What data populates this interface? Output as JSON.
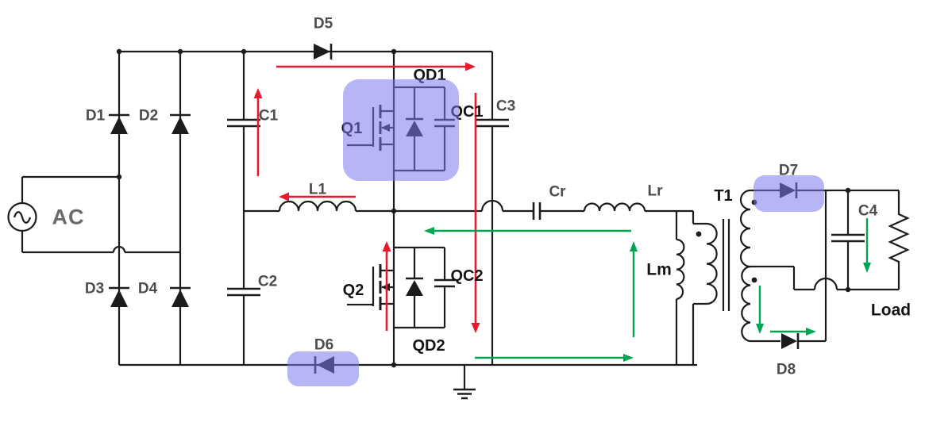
{
  "labels": {
    "ac": "AC",
    "d1": "D1",
    "d2": "D2",
    "d3": "D3",
    "d4": "D4",
    "d5": "D5",
    "d6": "D6",
    "d7": "D7",
    "d8": "D8",
    "c1": "C1",
    "c2": "C2",
    "c3": "C3",
    "c4": "C4",
    "l1": "L1",
    "cr": "Cr",
    "lr": "Lr",
    "lm": "Lm",
    "q1": "Q1",
    "q2": "Q2",
    "qd1": "QD1",
    "qd2": "QD2",
    "qc1": "QC1",
    "qc2": "QC2",
    "t1": "T1",
    "load": "Load"
  },
  "highlights": [
    "Q1",
    "D6",
    "D7"
  ],
  "colors": {
    "wire": "#1c1c1c",
    "red_arrow": "#e8192c",
    "green_arrow": "#00a551",
    "highlight": "rgba(122,122,240,0.55)",
    "label_gray": "#4d4d4d",
    "label_black": "#141414"
  }
}
